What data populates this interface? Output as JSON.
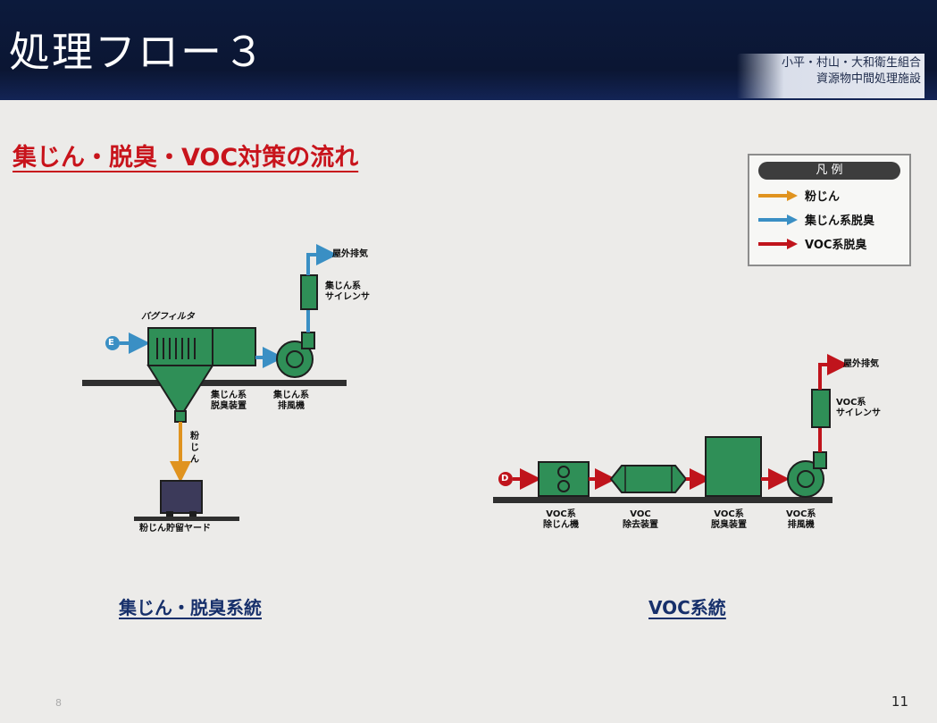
{
  "header": {
    "title": "処理フロー３",
    "org_line1": "小平・村山・大和衛生組合",
    "org_line2": "資源物中間処理施設"
  },
  "subtitle": "集じん・脱臭・VOC対策の流れ",
  "legend": {
    "title": "凡 例",
    "items": [
      {
        "label": "粉じん",
        "color": "#e0931f"
      },
      {
        "label": "集じん系脱臭",
        "color": "#3a8fc4"
      },
      {
        "label": "VOC系脱臭",
        "color": "#c0141c"
      }
    ]
  },
  "left_system": {
    "label": "集じん・脱臭系統",
    "bag_filter": "バグフィルタ",
    "inlet_letter": "E",
    "outlet": "屋外排気",
    "silencer": "集じん系\nサイレンサ",
    "deodorizer": "集じん系\n脱臭装置",
    "fan": "集じん系\n排風機",
    "dust_flow": "粉じん",
    "dust_yard": "粉じん貯留ヤード"
  },
  "voc_system": {
    "label": "VOC系統",
    "inlet_letter": "D",
    "outlet": "屋外排気",
    "silencer": "VOC系\nサイレンサ",
    "dust_collector": "VOC系\n除じん機",
    "remover": "VOC\n除去装置",
    "deodorizer": "VOC系\n脱臭装置",
    "fan": "VOC系\n排風機"
  },
  "page_number": "11",
  "corner_mark": "8"
}
